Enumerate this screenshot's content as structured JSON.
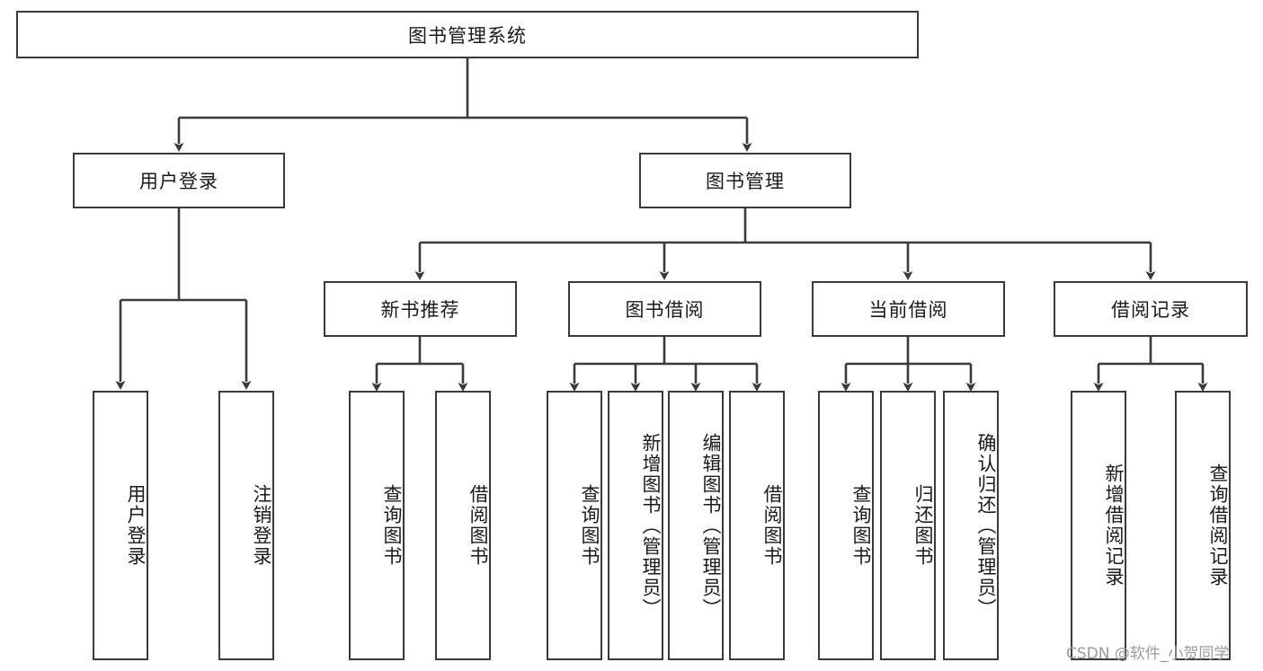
{
  "diagram": {
    "title": "图书管理系统",
    "type": "hierarchy-tree",
    "colors": {
      "box_border": "#3a3a3a",
      "box_fill": "#ffffff",
      "connector": "#3a3a3a",
      "text": "#1a1a1a",
      "watermark": "#9a9a9a"
    },
    "root": {
      "label": "图书管理系统"
    },
    "level2": [
      {
        "label": "用户登录"
      },
      {
        "label": "图书管理"
      }
    ],
    "level3": [
      {
        "label": "新书推荐"
      },
      {
        "label": "图书借阅"
      },
      {
        "label": "当前借阅"
      },
      {
        "label": "借阅记录"
      }
    ],
    "leaves": {
      "user_login": [
        {
          "label": "用户登录"
        },
        {
          "label": "注销登录"
        }
      ],
      "new_book_recommend": [
        {
          "label": "查询图书"
        },
        {
          "label": "借阅图书"
        }
      ],
      "book_borrow": [
        {
          "label": "查询图书"
        },
        {
          "label": "新增图书（管理员）"
        },
        {
          "label": "编辑图书（管理员）"
        },
        {
          "label": "借阅图书"
        }
      ],
      "current_borrow": [
        {
          "label": "查询图书"
        },
        {
          "label": "归还图书"
        },
        {
          "label": "确认归还（管理员）"
        }
      ],
      "borrow_record": [
        {
          "label": "新增借阅记录"
        },
        {
          "label": "查询借阅记录"
        }
      ]
    }
  },
  "watermark": {
    "text": "CSDN @软件_小贺同学"
  }
}
